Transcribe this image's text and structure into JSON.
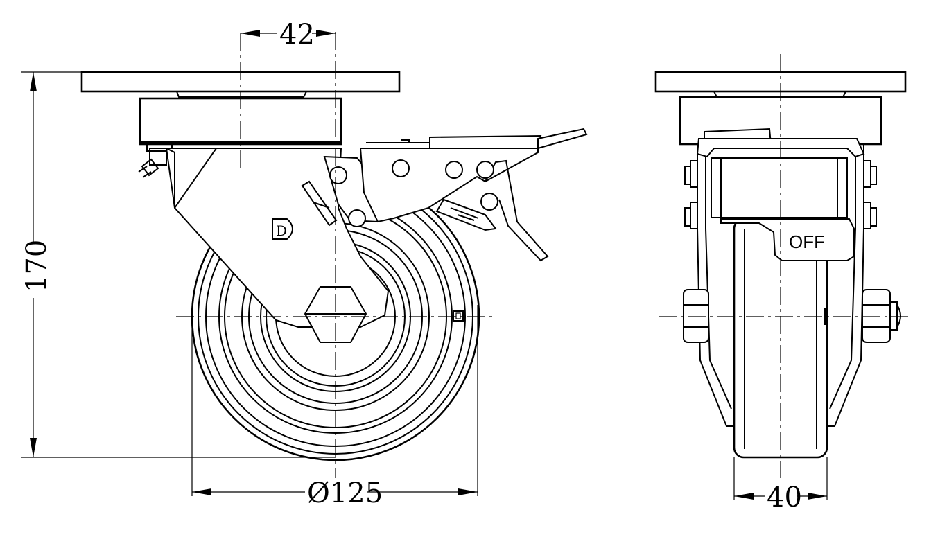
{
  "dimensions": {
    "offset": "42",
    "height": "170",
    "wheel_diameter": "Ø125",
    "wheel_width": "40"
  },
  "labels": {
    "brake_state": "OFF",
    "logo_letter": "D"
  }
}
